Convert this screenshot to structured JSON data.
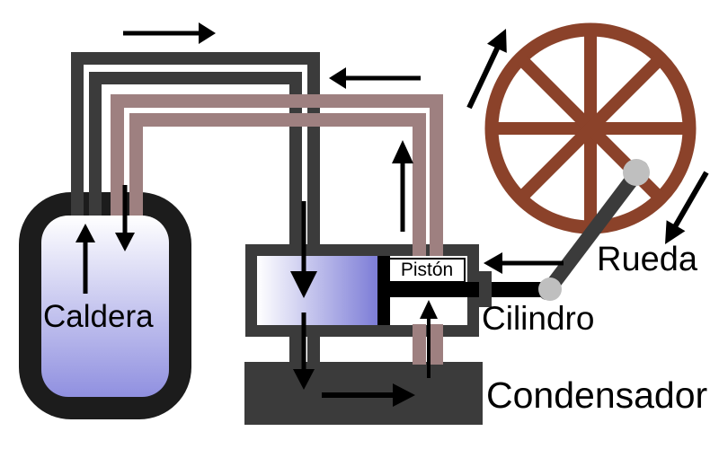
{
  "labels": {
    "boiler": "Caldera",
    "piston": "Pistón",
    "cylinder": "Cilindro",
    "wheel": "Rueda",
    "condenser": "Condensador"
  },
  "colors": {
    "pipe_dark": "#3b3b3b",
    "pipe_mauve": "#9e8080",
    "wheel_brown": "#8b422a",
    "boiler_shell": "#1c1c1c",
    "boiler_gradient_end": "#9090e0",
    "steam_gradient_end": "#7d7dd7",
    "joint_gray": "#bfbfbf",
    "arrow_black": "#000000"
  },
  "arrows": [
    {
      "name": "steam-flow-right-arrow",
      "direction": "right"
    },
    {
      "name": "return-flow-left-arrow",
      "direction": "left"
    },
    {
      "name": "boiler-inlet-down-arrow",
      "direction": "down"
    },
    {
      "name": "boiler-outlet-up-arrow",
      "direction": "up"
    },
    {
      "name": "cylinder-inlet-down-arrow",
      "direction": "down"
    },
    {
      "name": "condenser-inlet-down-arrow",
      "direction": "down"
    },
    {
      "name": "return-riser-up-arrow",
      "direction": "up"
    },
    {
      "name": "condenser-outlet-up-arrow",
      "direction": "up"
    },
    {
      "name": "piston-rod-left-arrow",
      "direction": "left"
    },
    {
      "name": "condenser-flow-right-arrow",
      "direction": "right"
    },
    {
      "name": "wheel-rotation-arrow-top",
      "direction": "up-right"
    },
    {
      "name": "wheel-rotation-arrow-bottom",
      "direction": "down-left"
    }
  ]
}
